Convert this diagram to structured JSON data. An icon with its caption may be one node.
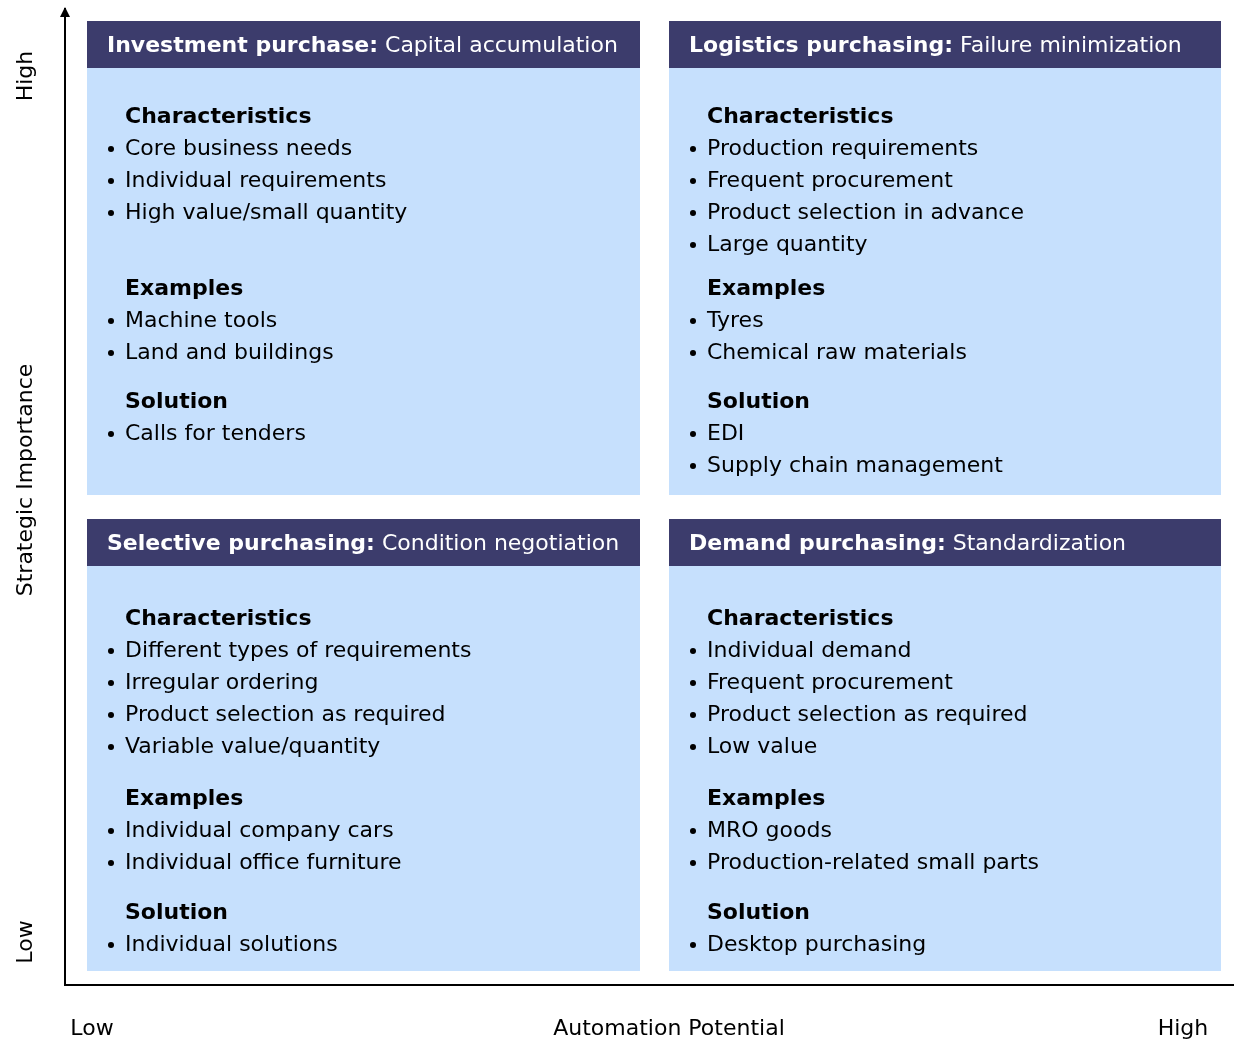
{
  "diagram": {
    "nodes": [
      {
        "text": [
          "**Investment purchase:** Capital accumulation",
          "Characteristics",
          "Core business needs",
          "Individual requirements",
          "High value/small quantity",
          "Examples",
          "Machine tools",
          "Land and buildings",
          "Solution",
          "Calls for tenders"
        ]
      },
      {
        "text": [
          "**Logistics purchasing:** Failure minimization",
          "Characteristics",
          "Production requirements",
          "Frequent procurement",
          "Product selection in advance",
          "Large quantity",
          "Examples",
          "Tyres",
          "Chemical raw materials",
          "Solution",
          "EDI",
          "Supply chain management"
        ]
      },
      {
        "text": [
          "**Selective purchasing:** Condition negotiation",
          "Characteristics",
          "Different types of requirements",
          "Irregular ordering",
          "Product selection as required",
          "Variable value/quantity",
          "Examples",
          "Individual company cars",
          "Individual office furniture",
          "Solution",
          "Individual solutions"
        ]
      },
      {
        "text": [
          "**Demand purchasing:** Standardization",
          "Characteristics",
          "Individual demand",
          "Frequent procurement",
          "Product selection as required",
          "Low value",
          "Examples",
          "MRO goods",
          "Production-related small parts",
          "Solution",
          "Desktop purchasing"
        ]
      }
    ],
    "labels": [
      "High",
      "Strategic Importance",
      "Low",
      "Low",
      "Automation Potential",
      "High"
    ]
  }
}
